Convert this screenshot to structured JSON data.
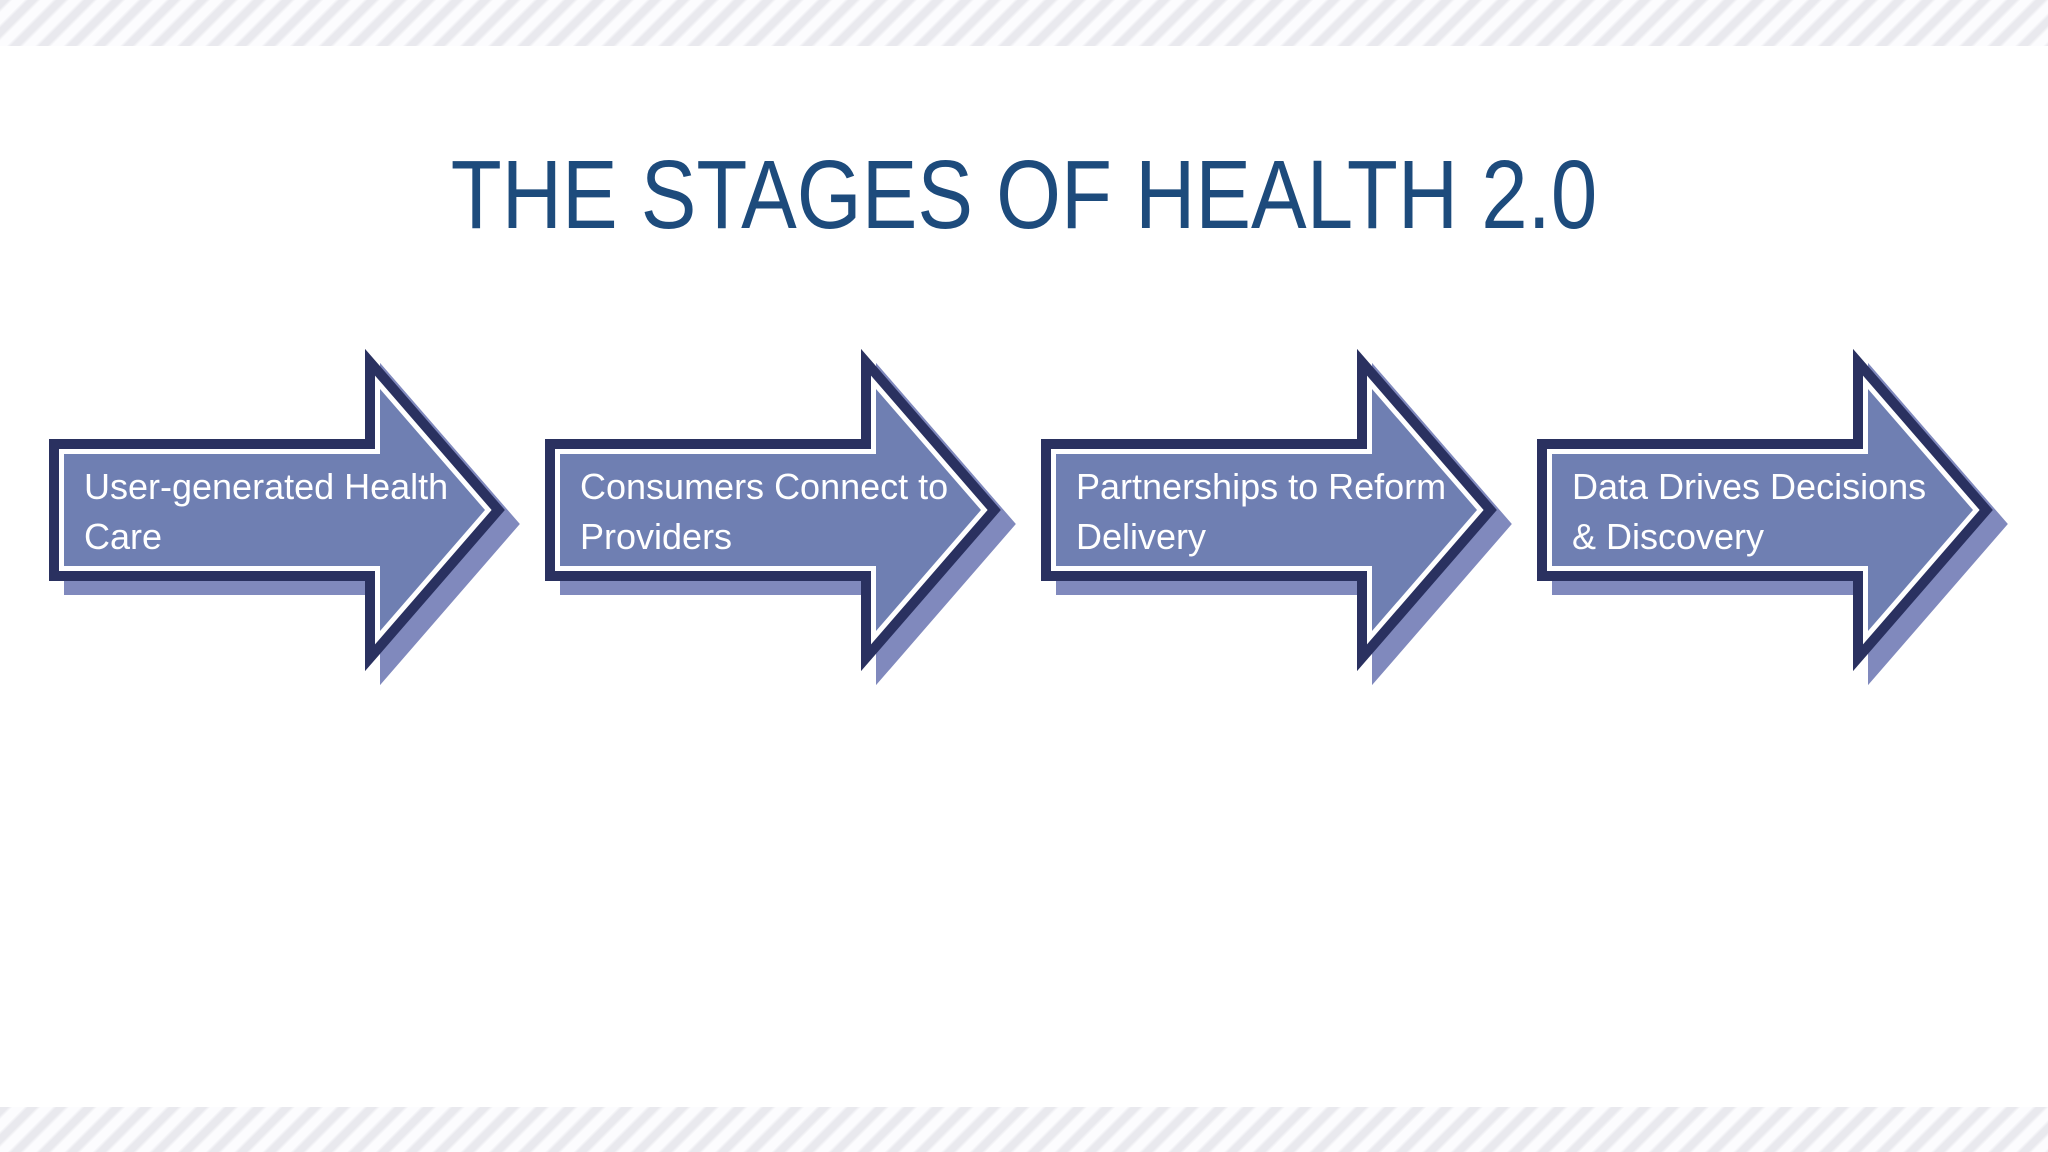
{
  "slide": {
    "title": "THE STAGES OF HEALTH 2.0",
    "stages": [
      {
        "line1": "User-generated Health",
        "line2": "Care"
      },
      {
        "line1": "Consumers Connect to",
        "line2": "Providers"
      },
      {
        "line1": "Partnerships to Reform",
        "line2": "Delivery"
      },
      {
        "line1": "Data Drives Decisions",
        "line2": "& Discovery"
      }
    ],
    "colors": {
      "title_text": "#1D4B7C",
      "arrow_fill": "#6F7FB2",
      "arrow_border": "#2A3160",
      "arrow_inner_line": "#FFFFFF",
      "arrow_shadow": "#8089BD",
      "label_text": "#FFFFFF",
      "stripe": "#E9E9EE",
      "background": "#FFFFFF"
    }
  }
}
